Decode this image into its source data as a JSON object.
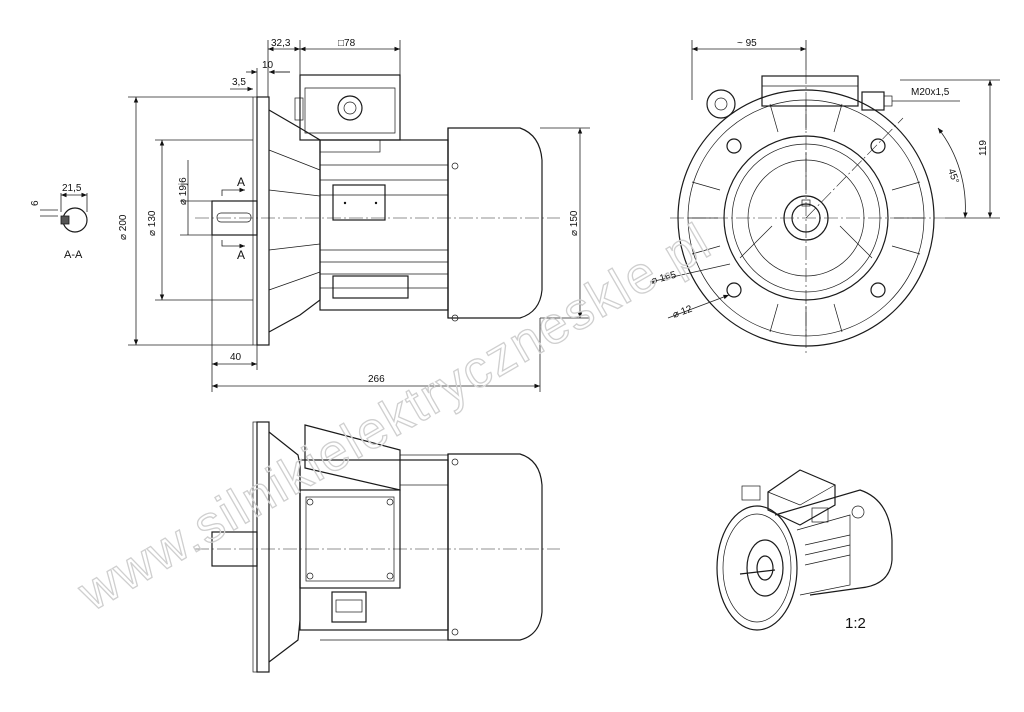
{
  "dimensions": {
    "d_32_3": "32,3",
    "d_78": "□78",
    "d_10": "10",
    "d_3_5": "3,5",
    "d_200": "⌀ 200",
    "d_130": "⌀ 130",
    "d_19j6": "⌀ 19j6",
    "d_150": "⌀ 150",
    "d_40": "40",
    "d_266": "266",
    "d_95": "~ 95",
    "d_119": "119",
    "d_m20": "M20x1,5",
    "d_45": "45°",
    "d_165": "⌀ 165",
    "d_12": "⌀ 12"
  },
  "section": {
    "width": "21,5",
    "height": "6",
    "label": "A-A",
    "marker": "A"
  },
  "scale": "1:2",
  "watermark": "www.silnikielektryczneskle.pl",
  "colors": {
    "line": "#1a1a1a",
    "watermark": "#cfcfcf",
    "background": "#ffffff"
  }
}
